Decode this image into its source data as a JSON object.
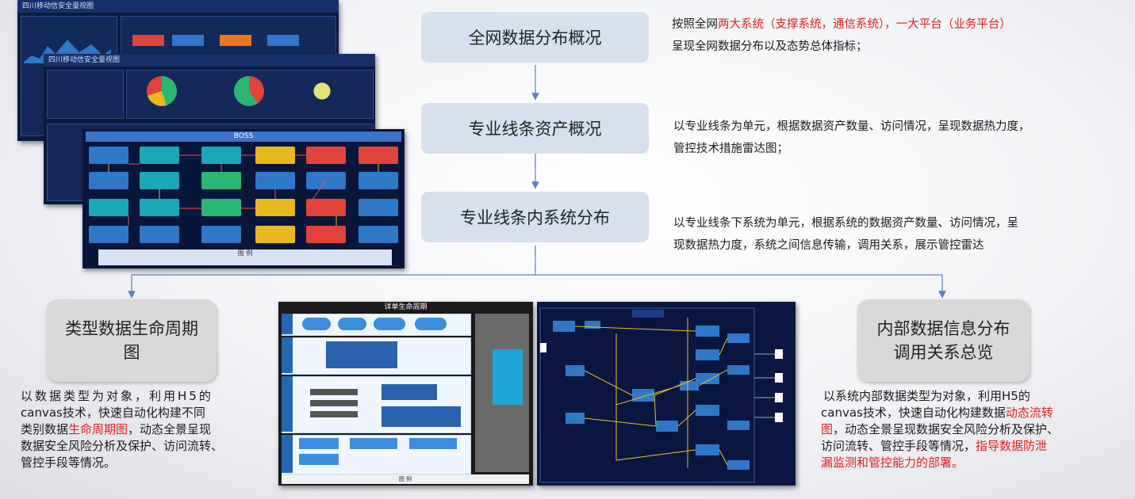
{
  "flow": [
    {
      "label": "全网数据分布概况"
    },
    {
      "label": "专业线条资产概况"
    },
    {
      "label": "专业线条内系统分布"
    }
  ],
  "desc1": {
    "prefix": "按照全网",
    "highlight": "两大系统（支撑系统，通信系统），一大平台（业务平台）",
    "line2": "呈现全网数据分布以及态势总体指标；"
  },
  "desc2": {
    "line1": "以专业线条为单元，根据数据资产数量、访问情况，呈现数据热力度，",
    "line2": "管控技术措施雷达图；"
  },
  "desc3": {
    "line1": "以专业线条下系统为单元，根据系统的数据资产数量、访问情况，呈",
    "line2": "现数据热力度，系统之间信息传输，调用关系，展示管控雷达"
  },
  "left_box": {
    "line1": "类型数据生命周期",
    "line2": "图"
  },
  "right_box": {
    "line1": "内部数据信息分布",
    "line2": "调用关系总览"
  },
  "left_text": {
    "l1": "以数据类型为对象，利用H5的",
    "l2": "canvas技术，快速自动化构建不同",
    "l3a": "类别数据",
    "l3b": "生命周期图",
    "l3c": "，动态全景呈现",
    "l4": "数据安全风险分析及保护、访问流转、",
    "l5": "管控手段等情况。"
  },
  "right_text": {
    "l1": "以系统内部数据类型为对象，利用H5的",
    "l2a": "canvas技术，快速自动化构建数据",
    "l2b": "动态流转",
    "l3a": "图",
    "l3b": "，动态全景呈现数据安全风险分析及保护、",
    "l4": "访问流转、管控手段等情况，",
    "l4b": "指导数据防泄",
    "l5": "漏监测和管控能力的部署。"
  },
  "shots": {
    "dashboard_title": "四川移动信安全量视图",
    "dashboard2_title": "四川移动信安全量视图",
    "boss_title": "BOSS",
    "boss_legend": "图 例",
    "lifecycle_title": "详单生命周期",
    "lifecycle_legend": "图 例"
  },
  "colors": {
    "accent_red": "#e41e1e",
    "flow_box": "#d6e0ee",
    "arrow": "#5b82b8"
  }
}
